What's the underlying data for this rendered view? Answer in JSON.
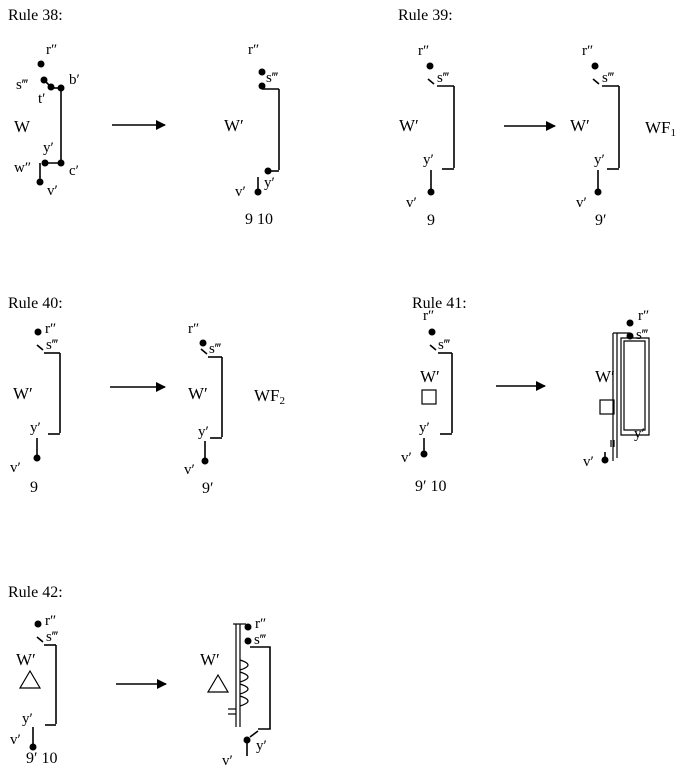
{
  "rules": [
    {
      "title": "Rule 38:",
      "left": {
        "r": "r″",
        "s": "s‴",
        "t": "t′",
        "b": "b′",
        "W": "W",
        "y": "y′",
        "w": "w″",
        "c": "c′",
        "v": "v′"
      },
      "right": {
        "r": "r″",
        "s": "s‴",
        "W": "W′",
        "v": "v′",
        "y": "y′",
        "caption": "9 10"
      }
    },
    {
      "title": "Rule 39:",
      "left": {
        "r": "r″",
        "s": "s‴",
        "W": "W′",
        "y": "y′",
        "v": "v′",
        "caption": "9"
      },
      "right": {
        "r": "r″",
        "s": "s‴",
        "W": "W′",
        "y": "y′",
        "v": "v′",
        "caption": "9′"
      },
      "tag": "WF",
      "tag_sub": "1"
    },
    {
      "title": "Rule 40:",
      "left": {
        "r": "r″",
        "s": "s‴",
        "W": "W′",
        "y": "y′",
        "v": "v′",
        "caption": "9"
      },
      "right": {
        "r": "r″",
        "s": "s‴",
        "W": "W′",
        "y": "y′",
        "v": "v′",
        "caption": "9′"
      },
      "tag": "WF",
      "tag_sub": "2"
    },
    {
      "title": "Rule 41:",
      "left": {
        "r": "r″",
        "s": "s‴",
        "W": "W′",
        "y": "y′",
        "v": "v′",
        "caption": "9′ 10"
      },
      "right": {
        "r": "r″",
        "s": "s‴",
        "W": "W′",
        "y": "y′",
        "v": "v′"
      }
    },
    {
      "title": "Rule 42:",
      "left": {
        "r": "r″",
        "s": "s‴",
        "W": "W′",
        "y": "y′",
        "v": "v′",
        "caption": "9′ 10"
      },
      "right": {
        "r": "r″",
        "s": "s‴",
        "W": "W′",
        "y": "y′",
        "v": "v′"
      }
    }
  ]
}
